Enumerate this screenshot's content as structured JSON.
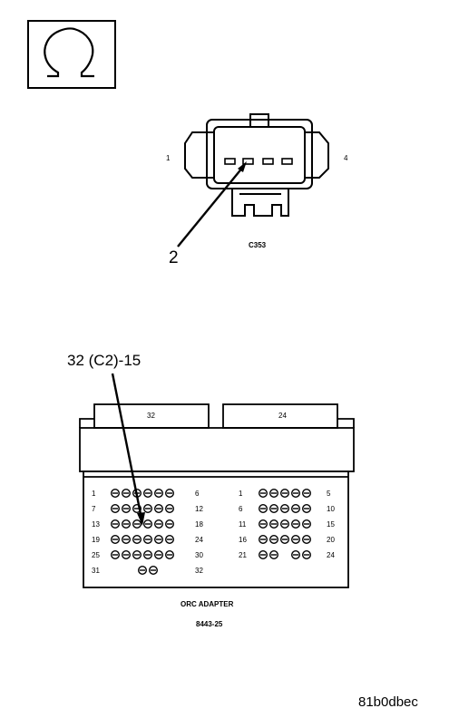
{
  "ohmmeter": {
    "symbol": "Ω",
    "icon": "ohm-symbol-icon"
  },
  "connector_c353": {
    "name": "C353",
    "pin_left": "1",
    "pin_right": "4",
    "callout_pin": "2"
  },
  "orc_adapter": {
    "title": "ORC ADAPTER",
    "part_number": "8443-25",
    "callout": "32 (C2)-15",
    "connector_32_label": "32",
    "connector_24_label": "24",
    "left_block": {
      "left_numbers": [
        "1",
        "7",
        "13",
        "19",
        "25",
        "31"
      ],
      "right_numbers": [
        "6",
        "12",
        "18",
        "24",
        "30",
        "32"
      ]
    },
    "right_block": {
      "left_numbers": [
        "1",
        "6",
        "11",
        "16",
        "21"
      ],
      "right_numbers": [
        "5",
        "10",
        "15",
        "20",
        "24"
      ]
    }
  },
  "figure_id": "81b0dbec"
}
